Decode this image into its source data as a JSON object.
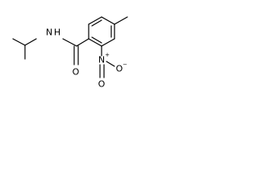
{
  "molecule": {
    "atoms": {
      "amide_n": "N",
      "amide_h": "H",
      "carbonyl_o": "O",
      "nitro_n": "N",
      "nitro_n_charge": "+",
      "nitro_o_right": "O",
      "nitro_o_right_charge": "−",
      "nitro_o_bottom": "O"
    }
  }
}
